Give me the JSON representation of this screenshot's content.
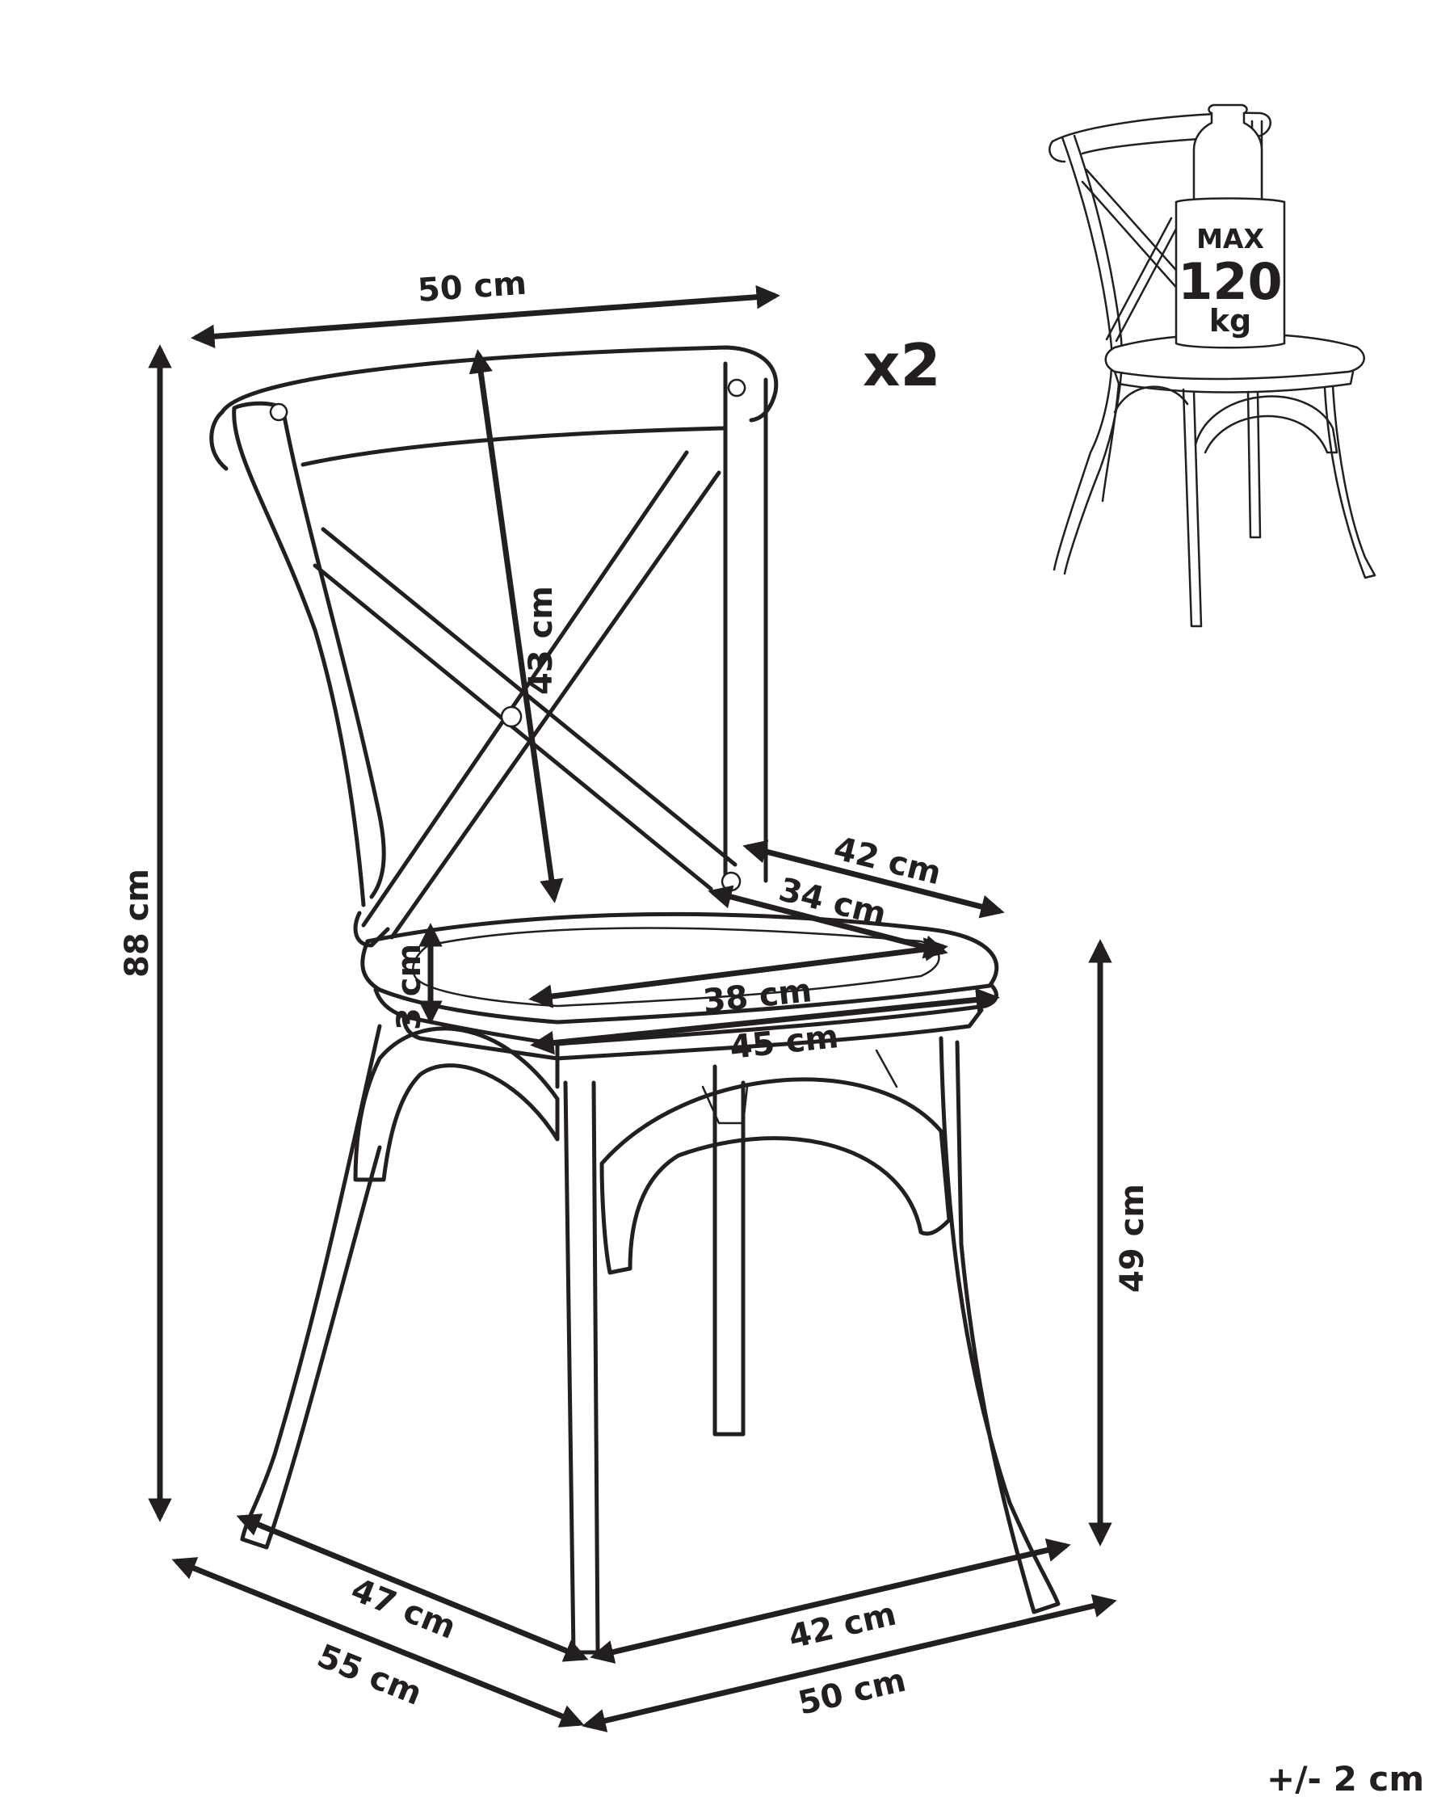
{
  "quantity": "x2",
  "tolerance": "+/- 2 cm",
  "max_load": {
    "line1": "MAX",
    "line2": "120",
    "line3": "kg"
  },
  "dimensions": {
    "top_width": "50 cm",
    "total_height": "88 cm",
    "back_height": "43 cm",
    "seat_side_depth": "42 cm",
    "seat_inner_depth": "34 cm",
    "seat_thickness": "3 cm",
    "seat_inner_width": "38 cm",
    "seat_outer_width": "45 cm",
    "seat_height": "49 cm",
    "legs_depth": "47 cm",
    "overall_depth": "55 cm",
    "legs_width": "42 cm",
    "overall_width": "50 cm"
  },
  "colors": {
    "line": "#231f20",
    "background": "#ffffff"
  }
}
